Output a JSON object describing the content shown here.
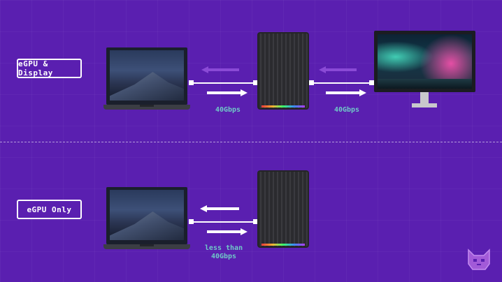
{
  "rows": [
    {
      "label": "eGPU & Display",
      "speed_laptop_egpu": "40Gbps",
      "speed_egpu_monitor": "40Gbps"
    },
    {
      "label": "eGPU Only",
      "speed_laptop_egpu": "less than\n40Gbps"
    }
  ],
  "colors": {
    "background": "#5a1fb0",
    "arrow_active": "#ffffff",
    "arrow_inactive": "#8a4ad6",
    "speed_text": "#6fc8c8"
  },
  "icons": [
    "laptop-icon",
    "egpu-enclosure-icon",
    "monitor-icon",
    "mascot-logo-icon"
  ]
}
